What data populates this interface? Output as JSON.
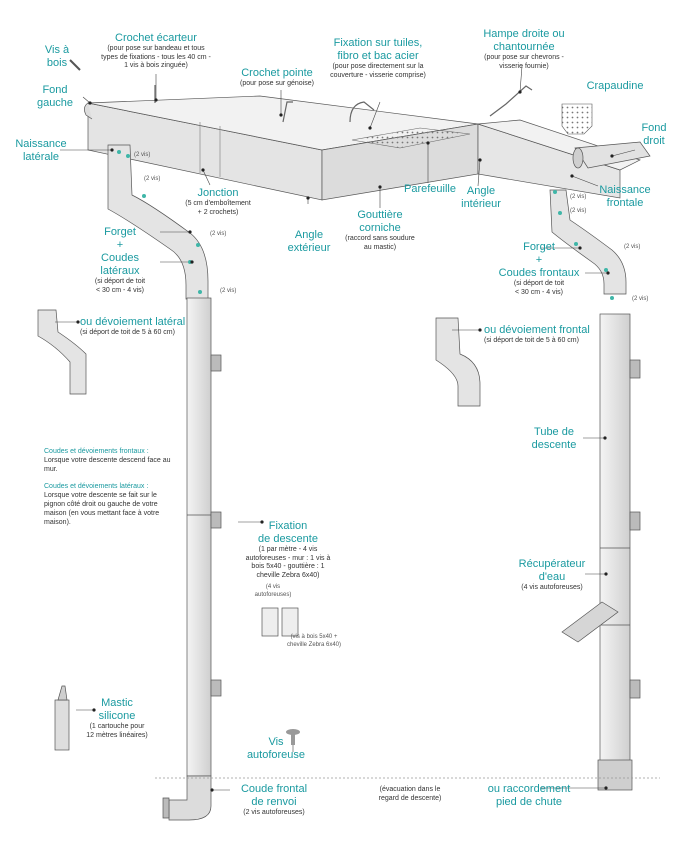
{
  "labels": {
    "vis_a_bois": {
      "title": "Vis à\nbois"
    },
    "fond_gauche": {
      "title": "Fond\ngauche"
    },
    "crochet_ecarteur": {
      "title": "Crochet écarteur",
      "sub": "(pour pose sur bandeau et tous types de fixations - tous les 40 cm - 1 vis à bois zinguée)"
    },
    "crochet_pointe": {
      "title": "Crochet pointe",
      "sub": "(pour pose sur génoise)"
    },
    "fixation_tuiles": {
      "title": "Fixation sur tuiles,\nfibro et bac acier",
      "sub": "(pour pose directement sur la couverture - visserie comprise)"
    },
    "hampe_droite": {
      "title": "Hampe droite ou\nchantournée",
      "sub": "(pour pose sur chevrons - visserie fournie)"
    },
    "crapaudine": {
      "title": "Crapaudine"
    },
    "fond_droit": {
      "title": "Fond\ndroit"
    },
    "naissance_laterale": {
      "title": "Naissance\nlatérale"
    },
    "naissance_frontale": {
      "title": "Naissance\nfrontale"
    },
    "jonction": {
      "title": "Jonction",
      "sub": "(5 cm d'emboîtement\n+ 2 crochets)"
    },
    "parefeuille": {
      "title": "Parefeuille"
    },
    "angle_interieur": {
      "title": "Angle\nintérieur"
    },
    "angle_exterieur": {
      "title": "Angle\nextérieur"
    },
    "gouttiere_corniche": {
      "title": "Gouttière\ncorniche",
      "sub": "(raccord sans soudure\nau mastic)"
    },
    "forget_lateraux": {
      "title": "Forget\n+\nCoudes latéraux",
      "sub": "(si déport de toit\n< 30 cm - 4 vis)"
    },
    "forget_frontaux": {
      "title": "Forget\n+\nCoudes frontaux",
      "sub": "(si déport de toit\n< 30 cm - 4 vis)"
    },
    "devoiement_lateral": {
      "title": "ou dévoiement latéral",
      "sub": "(si déport de toit de 5 à 60 cm)"
    },
    "devoiement_frontal": {
      "title": "ou dévoiement frontal",
      "sub": "(si déport de toit de 5 à 60 cm)"
    },
    "tube_descente": {
      "title": "Tube de\ndescente"
    },
    "fixation_descente": {
      "title": "Fixation\nde descente",
      "sub": "(1 par mètre - 4 vis autoforeuses - mur : 1 vis à bois 5x40 - gouttière : 1 cheville Zebra 6x40)"
    },
    "recuperateur": {
      "title": "Récupérateur\nd'eau",
      "sub": "(4 vis autoforeuses)"
    },
    "mastic": {
      "title": "Mastic\nsilicone",
      "sub": "(1 cartouche pour\n12 mètres linéaires)"
    },
    "vis_autoforeuse": {
      "title": "Vis\nautoforeuse"
    },
    "coude_renvoi": {
      "title": "Coude frontal\nde renvoi",
      "sub": "(2 vis autoforeuses)"
    },
    "evacuation": {
      "sub": "(évacuation dans le\nregard de descente)"
    },
    "raccordement": {
      "title": "ou raccordement\npied de chute"
    }
  },
  "note": {
    "frontaux_title": "Coudes et dévoiements frontaux :",
    "frontaux_text": "Lorsque votre descente descend face au mur.",
    "lateraux_title": "Coudes et dévoiements latéraux :",
    "lateraux_text": "Lorsque votre descente se fait sur le pignon côté droit ou gauche de votre maison (en vous mettant face à votre maison)."
  },
  "fix_details": {
    "vis_4": "(4 vis\nautoforeuses)",
    "vis_bois": "(vis à bois 5x40 +\ncheville Zebra 6x40)"
  },
  "vis_tag": "(2 vis)",
  "colors": {
    "accent": "#1a9aa0",
    "metal": "#e6e6e6",
    "shade": "#c9c9c9",
    "line": "#555555",
    "dot": "#3fb6a8"
  }
}
